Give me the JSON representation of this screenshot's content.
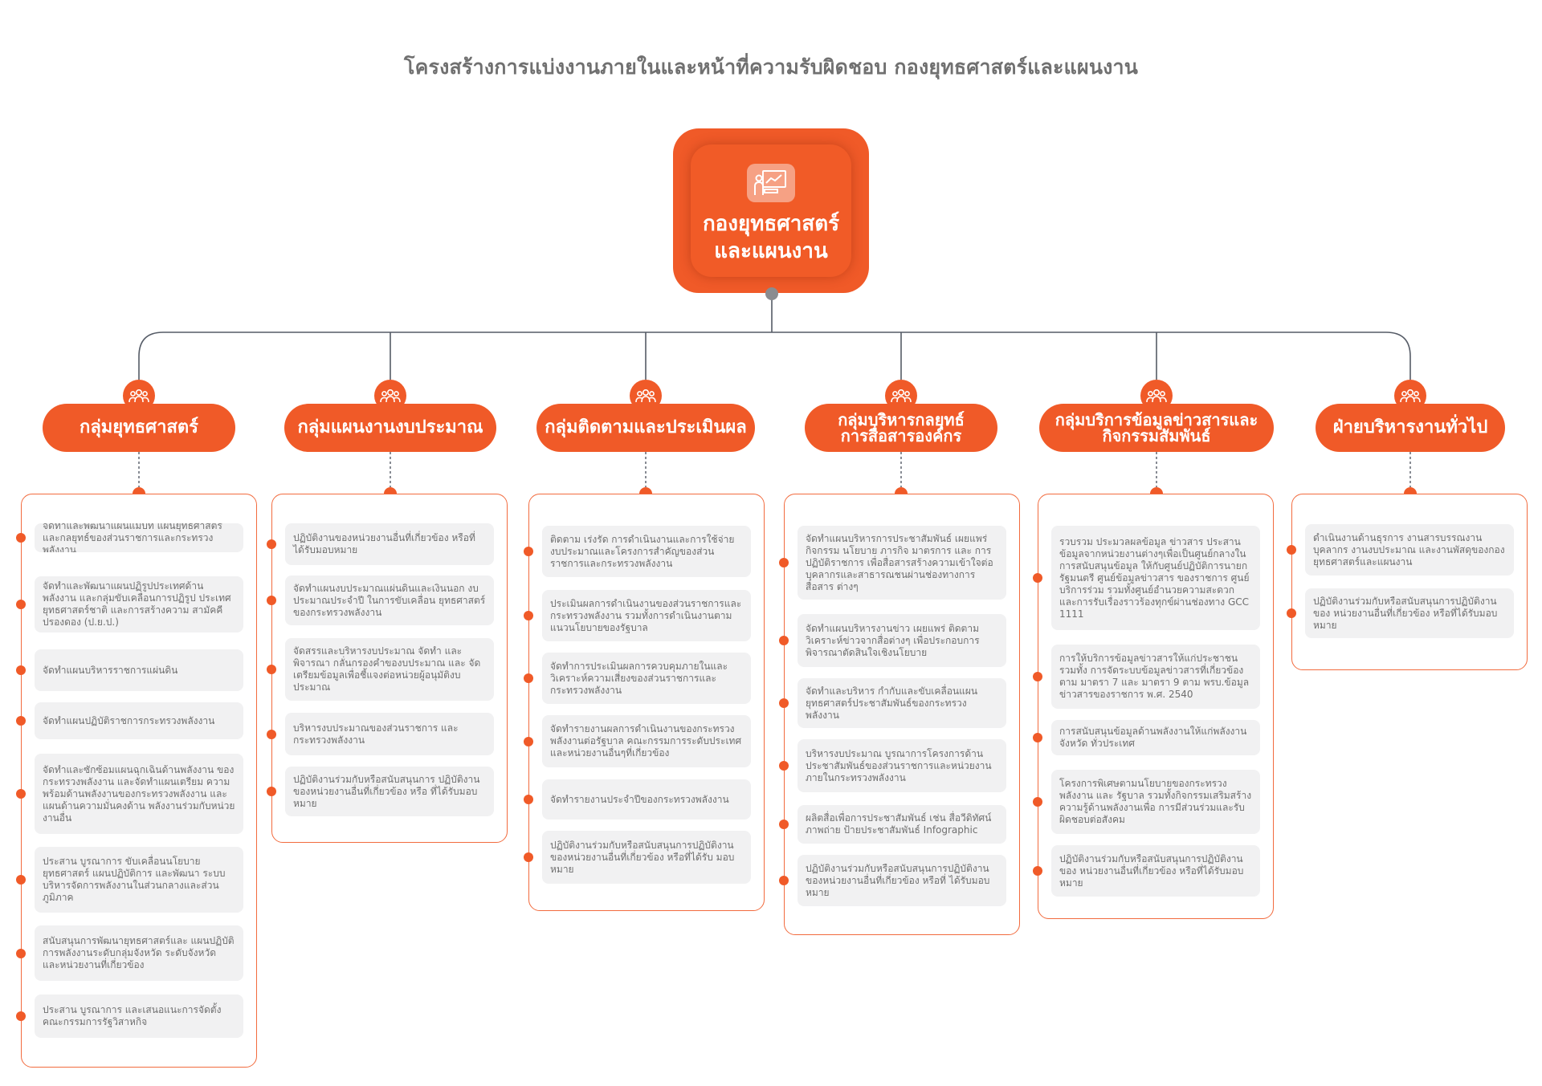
{
  "title": "โครงสร้างการแบ่งงานภายในและหน้าที่ความรับผิดชอบ กองยุทธศาสตร์และแผนงาน",
  "root": {
    "title_line1": "กองยุทธศาสตร์",
    "title_line2": "และแผนงาน",
    "icon": "presentation-icon"
  },
  "colors": {
    "accent": "#f05a28",
    "card": "#f1f1f2",
    "line": "#555b66",
    "text": "#6f6f6f"
  },
  "groups": [
    {
      "name_line1": "กลุ่มยุทธศาสตร์",
      "name_line2": "",
      "icon": "team-icon",
      "items": [
        "จัดทำและพัฒนาแผนแม่บท แผนยุทธศาสตร์ และกลยุทธ์ของส่วนราชการและกระทรวง พลังงาน",
        "จัดทำและพัฒนาแผนปฏิรูปประเทศด้านพลังงาน และกลุ่มขับเคลื่อนการปฏิรูป ประเทศ ยุทธศาสตร์ชาติ และการสร้างความ สามัคคีปรองดอง (ป.ย.ป.)",
        "จัดทำแผนบริหารราชการแผ่นดิน",
        "จัดทำแผนปฏิบัติราชการกระทรวงพลังงาน",
        "จัดทำและซักซ้อมแผนฉุกเฉินด้านพลังงาน ของกระทรวงพลังงาน และจัดทำแผนเตรียม ความพร้อมด้านพลังงานของกระทรวงพลังงาน และแผนด้านความมั่นคงด้าน พลังงานร่วมกับหน่วยงานอื่น",
        "ประสาน บูรณาการ ขับเคลื่อนนโยบาย ยุทธศาสตร์ แผนปฏิบัติการ และพัฒนา ระบบบริหารจัดการพลังงานในส่วนกลางและส่วนภูมิภาค",
        "สนับสนุนการพัฒนายุทธศาสตร์และ แผนปฏิบัติการพลังงานระดับกลุ่มจังหวัด ระดับจังหวัด และหน่วยงานที่เกี่ยวข้อง",
        "ประสาน บูรณาการ และเสนอแนะการจัดตั้ง คณะกรรมการรัฐวิสาหกิจ"
      ]
    },
    {
      "name_line1": "กลุ่มแผนงานงบประมาณ",
      "name_line2": "",
      "icon": "team-icon",
      "items": [
        "ปฏิบัติงานของหน่วยงานอื่นที่เกี่ยวข้อง หรือที่ได้รับมอบหมาย",
        "จัดทำแผนงบประมาณแผ่นดินและเงินนอก งบประมาณประจำปี ในการขับเคลื่อน ยุทธศาสตร์ของกระทรวงพลังงาน",
        "จัดสรรและบริหารงบประมาณ จัดทำ และพิจารณา กลั่นกรองคำของบประมาณ และ จัดเตรียมข้อมูลเพื่อชี้แจงต่อหน่วยผู้อนุมัติงบประมาณ",
        "บริหารงบประมาณของส่วนราชการ และกระทรวงพลังงาน",
        "ปฏิบัติงานร่วมกับหรือสนับสนุนการ ปฏิบัติงานของหน่วยงานอื่นที่เกี่ยวข้อง หรือ ที่ได้รับมอบหมาย"
      ]
    },
    {
      "name_line1": "กลุ่มติดตามและประเมินผล",
      "name_line2": "",
      "icon": "team-icon",
      "items": [
        "ติดตาม เร่งรัด การดำเนินงานและการใช้จ่ายงบประมาณและโครงการสำคัญของส่วนราชการและกระทรวงพลังงาน",
        "ประเมินผลการดำเนินงานของส่วนราชการและกระทรวงพลังงาน รวมทั้งการดำเนินงานตามแนวนโยบายของรัฐบาล",
        "จัดทำการประเมินผลการควบคุมภายในและวิเคราะห์ความเสี่ยงของส่วนราชการและกระทรวงพลังงาน",
        "จัดทำรายงานผลการดำเนินงานของกระทรวงพลังงานต่อรัฐบาล คณะกรรมการระดับประเทศ และหน่วยงานอื่นๆที่เกี่ยวข้อง",
        "จัดทำรายงานประจำปีของกระทรวงพลังงาน",
        "ปฏิบัติงานร่วมกับหรือสนับสนุนการปฏิบัติงานของหน่วยงานอื่นที่เกี่ยวข้อง หรือที่ได้รับ มอบหมาย"
      ]
    },
    {
      "name_line1": "กลุ่มบริหารกลยุทธ์",
      "name_line2": "การสื่อสารองค์กร",
      "icon": "team-icon",
      "items": [
        "จัดทำแผนบริหารการประชาสัมพันธ์ เผยแพร่กิจกรรม นโยบาย ภารกิจ มาตรการ และ การปฏิบัติราชการ เพื่อสื่อสารสร้างความเข้าใจต่อบุคลากรและสาธารณชนผ่านช่องทางการสื่อสาร ต่างๆ",
        "จัดทำแผนบริหารงานข่าว เผยแพร่ ติดตาม วิเคราะห์ข่าวจากสื่อต่างๆ เพื่อประกอบการพิจารณาตัดสินใจเชิงนโยบาย",
        "จัดทำและบริหาร กำกับและขับเคลื่อนแผนยุทธศาสตร์ประชาสัมพันธ์ของกระทรวงพลังงาน",
        "บริหารงบประมาณ บูรณาการโครงการด้านประชาสัมพันธ์ของส่วนราชการและหน่วยงานภายในกระทรวงพลังงาน",
        "ผลิตสื่อเพื่อการประชาสัมพันธ์ เช่น สื่อวีดิทัศน์ ภาพถ่าย ป้ายประชาสัมพันธ์ Infographic",
        "ปฏิบัติงานร่วมกับหรือสนับสนุนการปฏิบัติงานของหน่วยงานอื่นที่เกี่ยวข้อง หรือที่ ได้รับมอบหมาย"
      ]
    },
    {
      "name_line1": "กลุ่มบริการข้อมูลข่าวสารและ",
      "name_line2": "กิจกรรมสัมพันธ์",
      "icon": "team-icon",
      "items": [
        "รวบรวม ประมวลผลข้อมูล ข่าวสาร ประสานข้อมูลจากหน่วยงานต่างๆเพื่อเป็นศูนย์กลางในการสนับสนุนข้อมูล ให้กับศูนย์ปฏิบัติการนายกรัฐมนตรี ศูนย์ข้อมูลข่าวสาร ของราชการ ศูนย์บริการร่วม รวมทั้งศูนย์อำนวยความสะดวก และการรับเรื่องราวร้องทุกข์ผ่านช่องทาง GCC 1111",
        "การให้บริการข้อมูลข่าวสารให้แก่ประชาชน รวมทั้ง การจัดระบบข้อมูลข่าวสารที่เกี่ยวข้องตาม มาตรา 7 และ มาตรา 9 ตาม พรบ.ข้อมูลข่าวสารของราชการ พ.ศ. 2540",
        "การสนับสนุนข้อมูลด้านพลังงานให้แก่พลังงานจังหวัด ทั่วประเทศ",
        "โครงการพิเศษตามนโยบายของกระทรวงพลังงาน และ รัฐบาล รวมทั้งกิจกรรมเสริมสร้างความรู้ด้านพลังงานเพื่อ การมีส่วนร่วมและรับผิดชอบต่อสังคม",
        "ปฏิบัติงานร่วมกับหรือสนับสนุนการปฏิบัติงานของ หน่วยงานอื่นที่เกี่ยวข้อง หรือที่ได้รับมอบหมาย"
      ]
    },
    {
      "name_line1": "ฝ่ายบริหารงานทั่วไป",
      "name_line2": "",
      "icon": "team-icon",
      "items": [
        "ดำเนินงานด้านธุรการ งานสารบรรณงานบุคลากร งานงบประมาณ และงานพัสดุของกองยุทธศาสตร์และแผนงาน",
        "ปฏิบัติงานร่วมกับหรือสนับสนุนการปฏิบัติงานของ หน่วยงานอื่นที่เกี่ยวข้อง หรือที่ได้รับมอบหมาย"
      ]
    }
  ]
}
